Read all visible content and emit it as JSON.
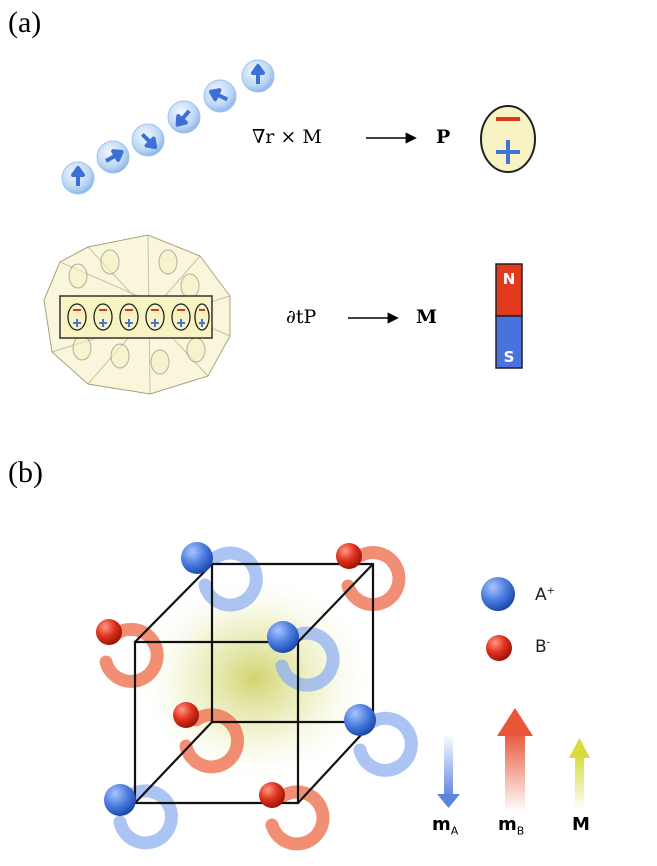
{
  "panel_a": {
    "label": "(a)",
    "eq1": {
      "lhs": "∇r × M",
      "rhs": "P"
    },
    "eq2": {
      "lhs": "∂tP",
      "rhs": "M"
    },
    "dipole_signs": {
      "minus": "−",
      "plus": "+"
    },
    "magnet": {
      "north": "N",
      "south": "S",
      "north_color": "#e23a1c",
      "south_color": "#4a72dc"
    }
  },
  "panel_b": {
    "label": "(b)",
    "legend": {
      "a_ion": "A",
      "a_charge": "+",
      "b_ion": "B",
      "b_charge": "-"
    },
    "arrows": {
      "mA": {
        "main": "m",
        "sub": "A",
        "color": "#5b84e0"
      },
      "mB": {
        "main": "m",
        "sub": "B",
        "color": "#e8553a"
      },
      "M": {
        "main": "M",
        "color": "#d6dc3a"
      }
    }
  },
  "colors": {
    "spin_blue": "#4d7fe0",
    "ion_red": "#e0301e",
    "dipole_fill": "#f7f3c2"
  }
}
